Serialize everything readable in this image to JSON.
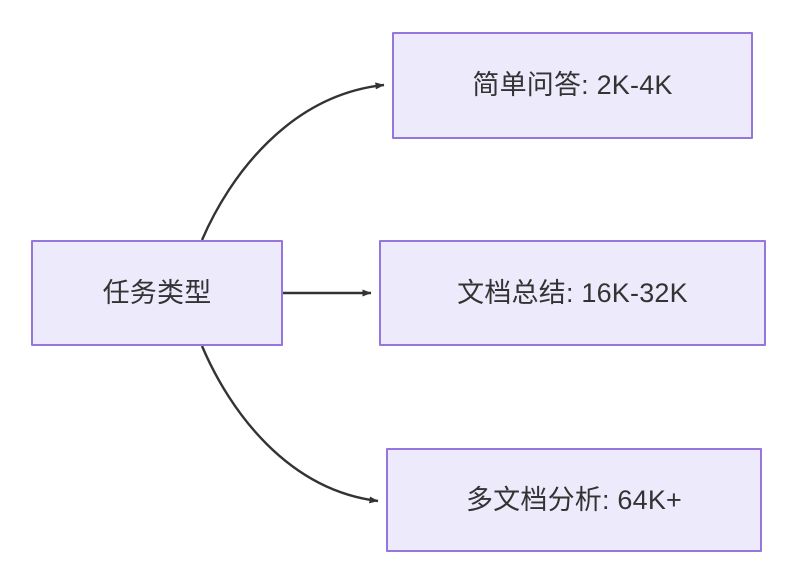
{
  "diagram": {
    "type": "flowchart",
    "direction": "left-to-right",
    "background_color": "#ffffff",
    "node_fill_color": "#EDEAFB",
    "node_border_color": "#9575DE",
    "node_text_color": "#333333",
    "edge_color": "#333333",
    "root": {
      "id": "root",
      "label": "任务类型"
    },
    "children": [
      {
        "id": "c1",
        "label": "简单问答: 2K-4K",
        "edge_style": "curved",
        "arrow": "arrowhead-icon"
      },
      {
        "id": "c2",
        "label": "文档总结: 16K-32K",
        "edge_style": "straight",
        "arrow": "arrowhead-icon"
      },
      {
        "id": "c3",
        "label": "多文档分析: 64K+",
        "edge_style": "curved",
        "arrow": "arrowhead-icon"
      }
    ]
  }
}
